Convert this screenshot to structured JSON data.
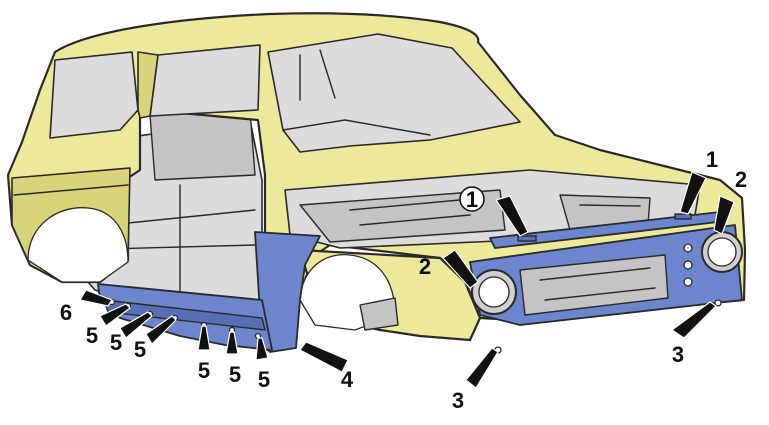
{
  "callouts": [
    {
      "id": "c1a",
      "label": "1"
    },
    {
      "id": "c1b",
      "label": "1"
    },
    {
      "id": "c2a",
      "label": "2"
    },
    {
      "id": "c2b",
      "label": "2"
    },
    {
      "id": "c3a",
      "label": "3"
    },
    {
      "id": "c3b",
      "label": "3"
    },
    {
      "id": "c4",
      "label": "4"
    },
    {
      "id": "c5a",
      "label": "5"
    },
    {
      "id": "c5b",
      "label": "5"
    },
    {
      "id": "c5c",
      "label": "5"
    },
    {
      "id": "c5d",
      "label": "5"
    },
    {
      "id": "c5e",
      "label": "5"
    },
    {
      "id": "c5f",
      "label": "5"
    },
    {
      "id": "c6",
      "label": "6"
    }
  ],
  "colors": {
    "body_panels": "#ece99a",
    "highlighted_parts": "#6b86cc",
    "interior": "#dcdcdc"
  }
}
